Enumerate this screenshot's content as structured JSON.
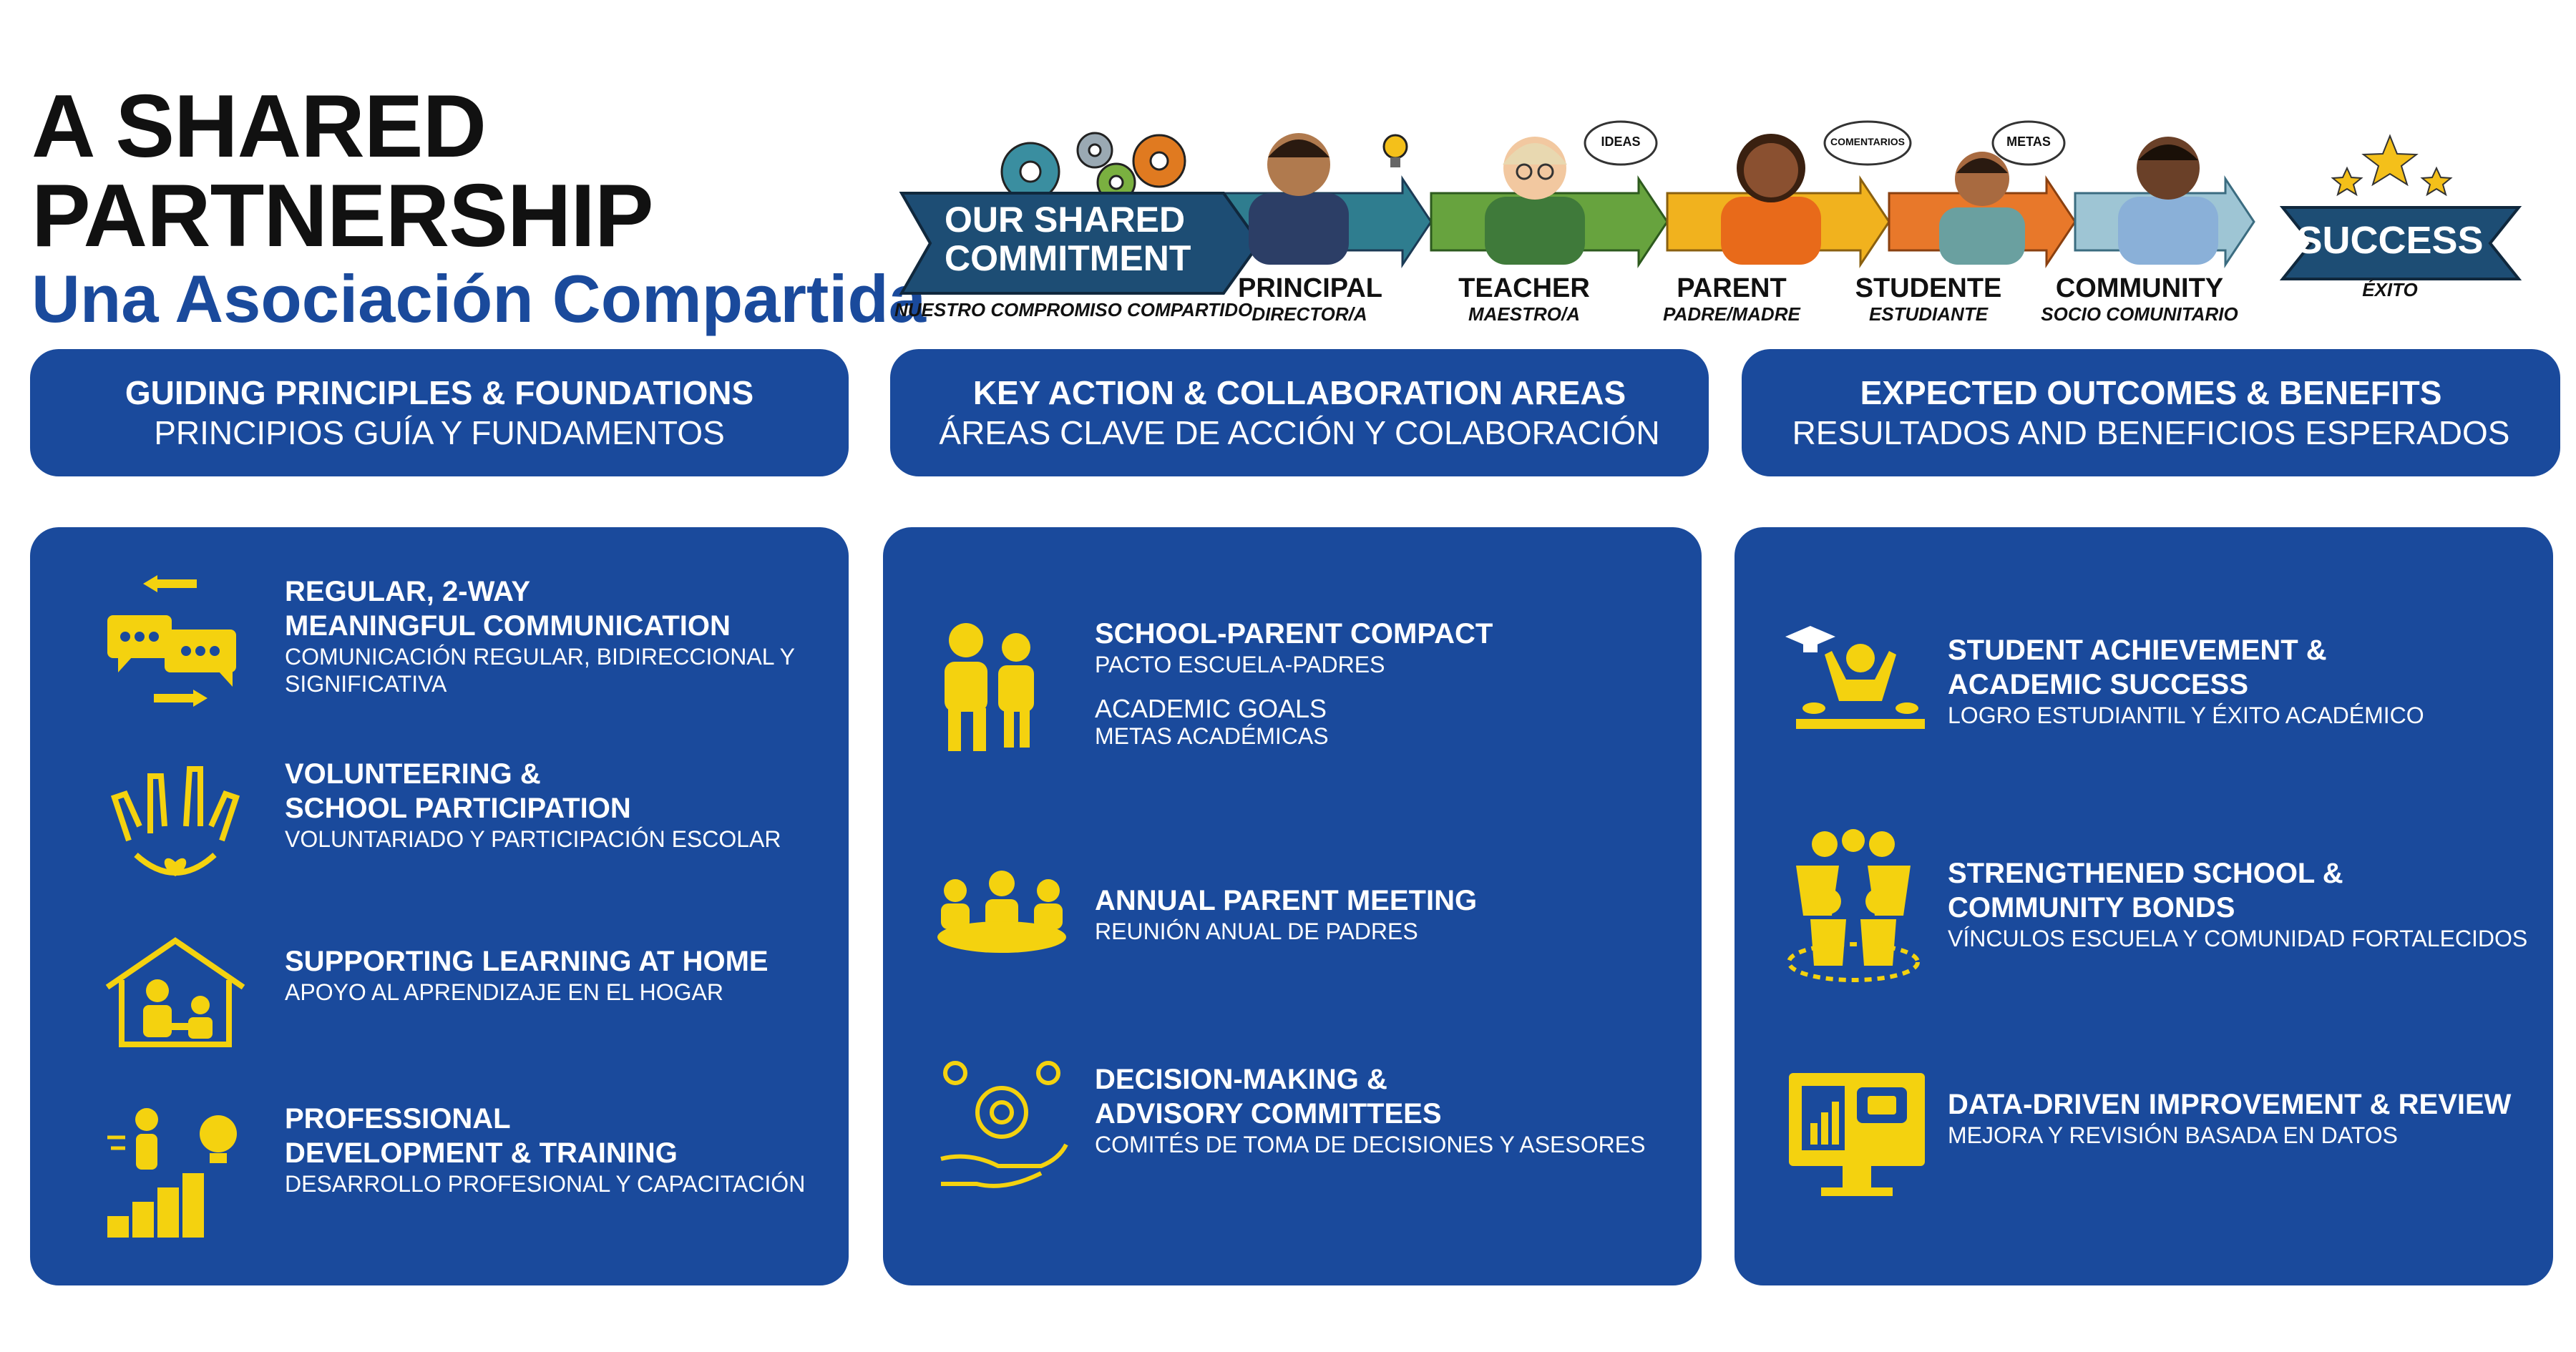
{
  "title": {
    "line1": "A SHARED",
    "line2": "PARTNERSHIP",
    "subtitle": "Una Asociación Compartida"
  },
  "banner": {
    "commitment_line1": "OUR SHARED",
    "commitment_line2": "COMMITMENT",
    "commitment_sub": "NUESTRO COMPROMISO COMPARTIDO",
    "roles": [
      {
        "en": "PRINCIPAL",
        "es": "DIRECTOR/A"
      },
      {
        "en": "TEACHER",
        "es": "MAESTRO/A"
      },
      {
        "en": "PARENT",
        "es": "PADRE/MADRE"
      },
      {
        "en": "STUDENTE",
        "es": "ESTUDIANTE"
      },
      {
        "en": "COMMUNITY",
        "es": "SOCIO COMUNITARIO"
      }
    ],
    "bubbles": [
      "IDEAS",
      "COMENTARIOS",
      "METAS"
    ],
    "success": "SUCCESS",
    "success_sub": "ÉXITO"
  },
  "headers": [
    {
      "en": "GUIDING PRINCIPLES & FOUNDATIONS",
      "es": "PRINCIPIOS GUÍA Y FUNDAMENTOS"
    },
    {
      "en": "KEY ACTION & COLLABORATION AREAS",
      "es": "ÁREAS CLAVE DE ACCIÓN Y COLABORACIÓN"
    },
    {
      "en": "EXPECTED OUTCOMES & BENEFITS",
      "es": "RESULTADOS AND BENEFICIOS ESPERADOS"
    }
  ],
  "col1": [
    {
      "t1": "REGULAR, 2-WAY",
      "t2": "MEANINGFUL COMMUNICATION",
      "s1": "COMUNICACIÓN REGULAR, BIDIRECCIONAL Y",
      "s2": "SIGNIFICATIVA"
    },
    {
      "t1": "VOLUNTEERING &",
      "t2": "SCHOOL PARTICIPATION",
      "s1": "VOLUNTARIADO Y PARTICIPACIÓN ESCOLAR"
    },
    {
      "t1": "SUPPORTING LEARNING AT HOME",
      "s1": "APOYO AL APRENDIZAJE EN EL HOGAR"
    },
    {
      "t1": "PROFESSIONAL",
      "t2": "DEVELOPMENT & TRAINING",
      "s1": "DESARROLLO PROFESIONAL Y CAPACITACIÓN"
    }
  ],
  "col2": [
    {
      "t1": "SCHOOL-PARENT COMPACT",
      "s1": "PACTO ESCUELA-PADRES",
      "g1": "ACADEMIC GOALS",
      "g2": "METAS ACADÉMICAS"
    },
    {
      "t1": "ANNUAL PARENT MEETING",
      "s1": "REUNIÓN ANUAL DE PADRES"
    },
    {
      "t1": "DECISION-MAKING &",
      "t2": "ADVISORY COMMITTEES",
      "s1": "COMITÉS DE TOMA DE DECISIONES Y ASESORES"
    }
  ],
  "col3": [
    {
      "t1": "STUDENT ACHIEVEMENT &",
      "t2": "ACADEMIC SUCCESS",
      "s1": "LOGRO ESTUDIANTIL Y ÉXITO ACADÉMICO"
    },
    {
      "t1": "STRENGTHENED SCHOOL &",
      "t2": "COMMUNITY BONDS",
      "s1": "VÍNCULOS ESCUELA Y COMUNIDAD FORTALECIDOS"
    },
    {
      "t1": "DATA-DRIVEN IMPROVEMENT & REVIEW",
      "s1": "MEJORA Y REVISIÓN BASADA EN DATOS"
    }
  ],
  "colors": {
    "navy": "#1a4a9c",
    "yellow": "#f4d20f"
  }
}
